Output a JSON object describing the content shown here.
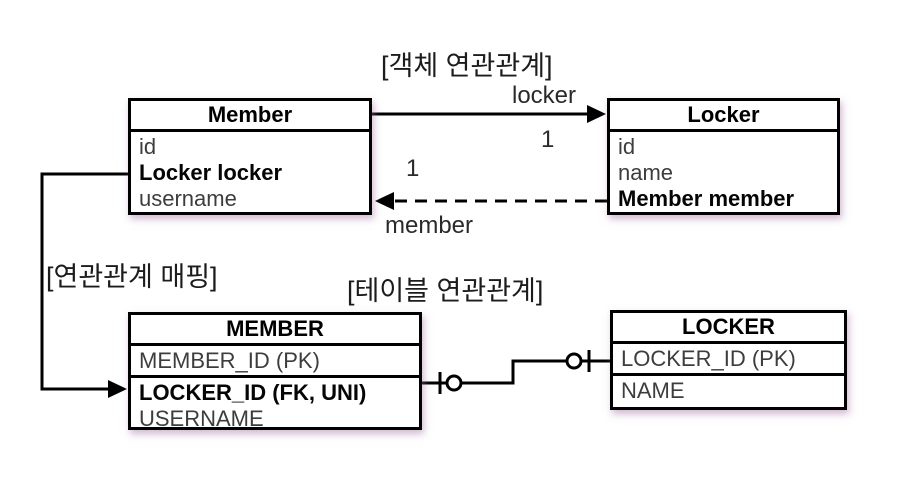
{
  "labels": {
    "object_relation": "[객체 연관관계]",
    "mapping": "[연관관계 매핑]",
    "table_relation": "[테이블 연관관계]",
    "locker_role": "locker",
    "member_role": "member",
    "locker_multiplicity": "1",
    "member_multiplicity": "1"
  },
  "member_class": {
    "title": "Member",
    "fields": [
      {
        "text": "id",
        "bold": false
      },
      {
        "text": "Locker locker",
        "bold": true
      },
      {
        "text": "username",
        "bold": false
      }
    ]
  },
  "locker_class": {
    "title": "Locker",
    "fields": [
      {
        "text": "id",
        "bold": false
      },
      {
        "text": "name",
        "bold": false
      },
      {
        "text": "Member member",
        "bold": true
      }
    ]
  },
  "member_table": {
    "title": "MEMBER",
    "rows": [
      {
        "text": "MEMBER_ID (PK)",
        "bold": false
      },
      {
        "text": "LOCKER_ID (FK, UNI)",
        "bold": true
      },
      {
        "text": "USERNAME",
        "bold": false
      }
    ]
  },
  "locker_table": {
    "title": "LOCKER",
    "rows": [
      {
        "text": "LOCKER_ID (PK)",
        "bold": false
      },
      {
        "text": "NAME",
        "bold": false
      }
    ]
  },
  "colors": {
    "line": "#000000",
    "normal_text": "#3d3d3d",
    "bold_text": "#050505",
    "box_shadow": "#a873a8"
  }
}
